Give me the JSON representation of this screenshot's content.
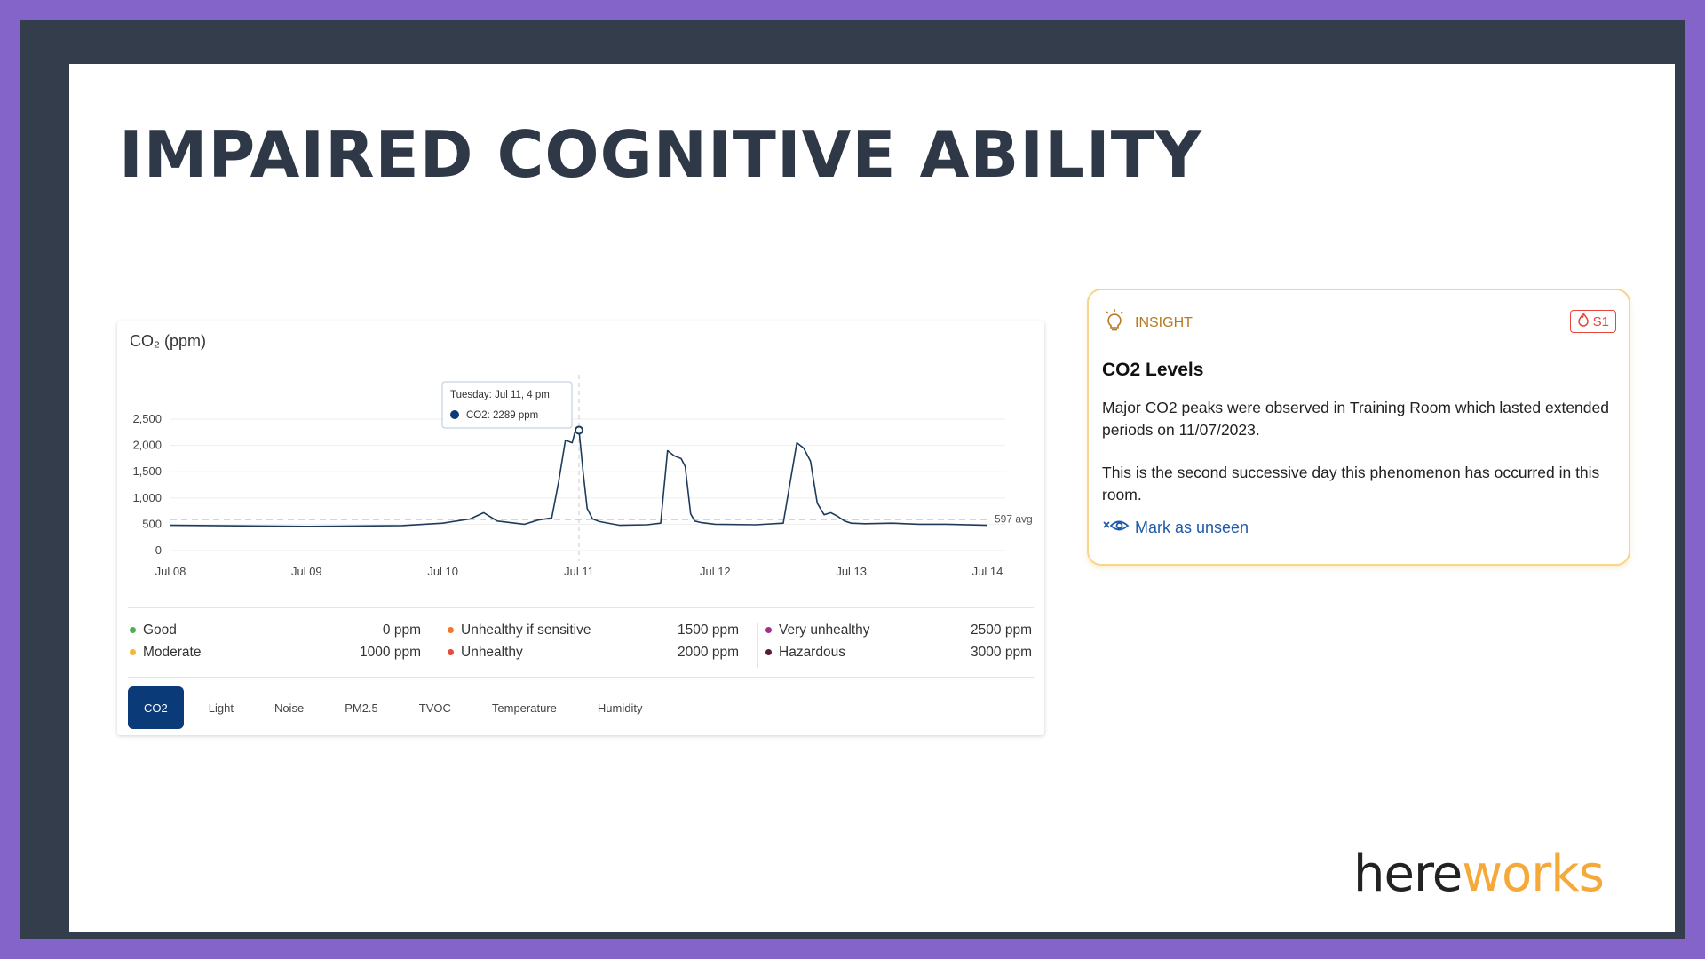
{
  "slide": {
    "title": "IMPAIRED COGNITIVE ABILITY"
  },
  "chart_card": {
    "title": "CO₂ (ppm)",
    "tooltip": {
      "date": "Tuesday: Jul 11, 4 pm",
      "value": "CO2: 2289 ppm"
    },
    "avg_label": "597 avg",
    "legend": [
      {
        "name": "Good",
        "value": "0 ppm",
        "color": "#4caf50"
      },
      {
        "name": "Moderate",
        "value": "1000 ppm",
        "color": "#f7b731"
      },
      {
        "name": "Unhealthy if sensitive",
        "value": "1500 ppm",
        "color": "#f07a2a"
      },
      {
        "name": "Unhealthy",
        "value": "2000 ppm",
        "color": "#e84a3c"
      },
      {
        "name": "Very unhealthy",
        "value": "2500 ppm",
        "color": "#a0308a"
      },
      {
        "name": "Hazardous",
        "value": "3000 ppm",
        "color": "#5a1a3a"
      }
    ],
    "tabs": [
      {
        "label": "CO2",
        "active": true
      },
      {
        "label": "Light",
        "active": false
      },
      {
        "label": "Noise",
        "active": false
      },
      {
        "label": "PM2.5",
        "active": false
      },
      {
        "label": "TVOC",
        "active": false
      },
      {
        "label": "Temperature",
        "active": false
      },
      {
        "label": "Humidity",
        "active": false
      }
    ]
  },
  "chart_data": {
    "type": "line",
    "title": "CO₂ (ppm)",
    "xlabel": "",
    "ylabel": "",
    "x_ticks": [
      "Jul 08",
      "Jul 09",
      "Jul 10",
      "Jul 11",
      "Jul 12",
      "Jul 13",
      "Jul 14"
    ],
    "y_ticks": [
      0,
      500,
      1000,
      1500,
      2000,
      2500
    ],
    "ylim": [
      0,
      2500
    ],
    "xlim": [
      0,
      6
    ],
    "grid": true,
    "reference_line": {
      "value": 597,
      "label": "597 avg"
    },
    "series": [
      {
        "color": "#1f3b5c",
        "x": [
          0,
          0.5,
          1,
          1.5,
          1.7,
          2,
          2.1,
          2.2,
          2.3,
          2.4,
          2.6,
          2.7,
          2.8,
          2.85,
          2.9,
          2.95,
          2.97,
          3.0,
          3.03,
          3.06,
          3.1,
          3.15,
          3.3,
          3.5,
          3.6,
          3.65,
          3.7,
          3.75,
          3.78,
          3.82,
          3.85,
          3.9,
          4.0,
          4.3,
          4.5,
          4.6,
          4.65,
          4.7,
          4.75,
          4.8,
          4.85,
          4.9,
          4.95,
          5.0,
          5.1,
          5.3,
          5.5,
          5.7,
          6.0
        ],
        "values": [
          480,
          470,
          460,
          470,
          475,
          520,
          560,
          600,
          720,
          560,
          500,
          580,
          620,
          1300,
          2100,
          2050,
          2250,
          2289,
          1500,
          800,
          600,
          550,
          480,
          490,
          520,
          1900,
          1800,
          1750,
          1600,
          700,
          560,
          530,
          500,
          490,
          520,
          2050,
          1950,
          1700,
          900,
          680,
          720,
          650,
          560,
          520,
          510,
          520,
          500,
          500,
          480
        ]
      }
    ],
    "tooltip": {
      "x_label": "Tuesday: Jul 11, 4 pm",
      "value": 2289
    }
  },
  "insight": {
    "label": "INSIGHT",
    "badge": "S1",
    "title": "CO2 Levels",
    "text1": "Major CO2 peaks were observed in Training Room which lasted extended periods on 11/07/2023.",
    "text2": "This is the second successive day this phenomenon has occurred in this room.",
    "action": "Mark as unseen"
  },
  "logo": {
    "part1": "here",
    "part2": "works"
  },
  "colors": {
    "background": "#8464c8",
    "frame": "#333d4b",
    "accent_tab": "#0b3a78",
    "insight_border": "#f7d58b",
    "logo_accent": "#f4a93a"
  }
}
